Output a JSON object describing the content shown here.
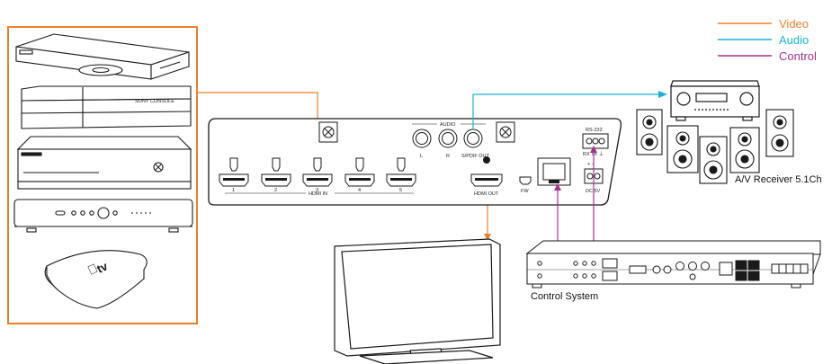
{
  "legend": {
    "items": [
      {
        "label": "Video",
        "color": "#f07f2c"
      },
      {
        "label": "Audio",
        "color": "#1ab4d2"
      },
      {
        "label": "Control",
        "color": "#a0348e"
      }
    ]
  },
  "colors": {
    "video": "#f07f2c",
    "audio": "#1ab4d2",
    "control": "#a0348e",
    "device_stroke": "#1a1a1a"
  },
  "sources": {
    "icons": [
      "bluray-player-icon",
      "game-console-icon",
      "xbox-console-icon",
      "set-top-box-icon",
      "apple-tv-icon"
    ],
    "console_brand": "SONY CONSOLE",
    "apple_tv_text": "tv"
  },
  "switcher": {
    "audio_label": "AUDIO",
    "audio_jacks": [
      "L",
      "R",
      "S/PDIF OUT"
    ],
    "hdmi_ports": [
      "1",
      "2",
      "3",
      "4",
      "5"
    ],
    "hdmi_in_label": "HDMI IN",
    "hdmi_out_label": "HDMI OUT",
    "fw_label": "FW",
    "rs232_label": "RS-232",
    "rs232_pins": "RX TX ⏚",
    "dc_label": "DC 5V",
    "dc_pins": "+ –"
  },
  "receiver": {
    "caption": "A/V Receiver 5.1Ch"
  },
  "control_system": {
    "caption": "Control System"
  },
  "tv": {
    "icons": [
      "television-icon"
    ]
  }
}
